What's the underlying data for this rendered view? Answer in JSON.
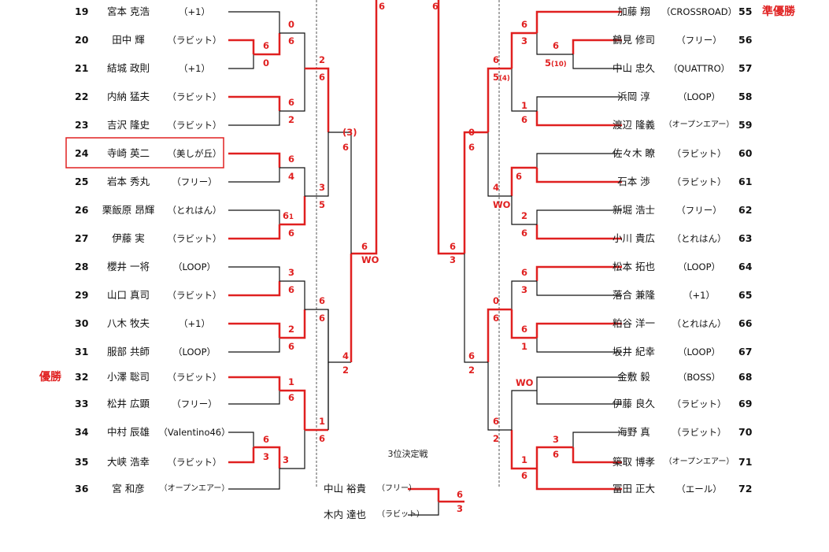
{
  "left_players": [
    {
      "no": "19",
      "name": "宮本 克浩",
      "club": "（+1）"
    },
    {
      "no": "20",
      "name": "田中 輝",
      "club": "（ラビット）"
    },
    {
      "no": "21",
      "name": "結城 政則",
      "club": "（+1）"
    },
    {
      "no": "22",
      "name": "内納 猛夫",
      "club": "（ラビット）"
    },
    {
      "no": "23",
      "name": "吉沢 隆史",
      "club": "（ラビット）"
    },
    {
      "no": "24",
      "name": "寺崎 英二",
      "club": "（美しが丘）"
    },
    {
      "no": "25",
      "name": "岩本 秀丸",
      "club": "（フリー）"
    },
    {
      "no": "26",
      "name": "栗飯原 昂輝",
      "club": "（とれはん）"
    },
    {
      "no": "27",
      "name": "伊藤 実",
      "club": "（ラビット）"
    },
    {
      "no": "28",
      "name": "櫻井 一将",
      "club": "（LOOP）"
    },
    {
      "no": "29",
      "name": "山口 真司",
      "club": "（ラビット）"
    },
    {
      "no": "30",
      "name": "八木 牧夫",
      "club": "（+1）"
    },
    {
      "no": "31",
      "name": "服部 共師",
      "club": "（LOOP）"
    },
    {
      "no": "32",
      "name": "小澤 聡司",
      "club": "（ラビット）"
    },
    {
      "no": "33",
      "name": "松井 広顕",
      "club": "（フリー）"
    },
    {
      "no": "34",
      "name": "中村 辰雄",
      "club": "（Valentino46）"
    },
    {
      "no": "35",
      "name": "大峡 浩幸",
      "club": "（ラビット）"
    },
    {
      "no": "36",
      "name": "宮 和彦",
      "club": "（オープンエアー）"
    }
  ],
  "right_players": [
    {
      "no": "55",
      "name": "加藤 翔",
      "club": "（CROSSROAD）"
    },
    {
      "no": "56",
      "name": "鶴見 修司",
      "club": "（フリー）"
    },
    {
      "no": "57",
      "name": "中山 忠久",
      "club": "（QUATTRO）"
    },
    {
      "no": "58",
      "name": "浜岡 淳",
      "club": "（LOOP）"
    },
    {
      "no": "59",
      "name": "渡辺 隆義",
      "club": "（オープンエアー）"
    },
    {
      "no": "60",
      "name": "佐々木 瞭",
      "club": "（ラビット）"
    },
    {
      "no": "61",
      "name": "石本 渉",
      "club": "（ラビット）"
    },
    {
      "no": "62",
      "name": "新堀 浩士",
      "club": "（フリー）"
    },
    {
      "no": "63",
      "name": "小川 貴広",
      "club": "（とれはん）"
    },
    {
      "no": "64",
      "name": "松本 拓也",
      "club": "（LOOP）"
    },
    {
      "no": "65",
      "name": "落合 兼隆",
      "club": "（+1）"
    },
    {
      "no": "66",
      "name": "粕谷 洋一",
      "club": "（とれはん）"
    },
    {
      "no": "67",
      "name": "坂井 紀幸",
      "club": "（LOOP）"
    },
    {
      "no": "68",
      "name": "金敷 毅",
      "club": "（BOSS）"
    },
    {
      "no": "69",
      "name": "伊藤 良久",
      "club": "（ラビット）"
    },
    {
      "no": "70",
      "name": "海野 真",
      "club": "（ラビット）"
    },
    {
      "no": "71",
      "name": "築取 博孝",
      "club": "（オープンエアー）"
    },
    {
      "no": "72",
      "name": "冨田 正大",
      "club": "（エール）"
    }
  ],
  "labels": {
    "champion": "優勝",
    "runner_up": "準優勝",
    "third_place_title": "3位決定戦"
  },
  "third_place": [
    {
      "name": "中山 裕貴",
      "club": "（フリー）"
    },
    {
      "name": "木内 達也",
      "club": "（ラビット）"
    }
  ],
  "scores": [
    "6",
    "6",
    "0",
    "6",
    "6",
    "0",
    "6",
    "2",
    "6",
    "4",
    "6",
    "1",
    "6",
    "2",
    "6",
    "3",
    "5",
    "(3)",
    "6",
    "3",
    "6",
    "2",
    "6",
    "1",
    "6",
    "6",
    "3",
    "3",
    "6",
    "6",
    "1",
    "6",
    "4",
    "2",
    "6",
    "WO",
    "6",
    "3",
    "6",
    "5",
    "(10)",
    "6",
    "5",
    "(4)",
    "1",
    "6",
    "6",
    "4",
    "WO",
    "2",
    "6",
    "0",
    "6",
    "6",
    "3",
    "6",
    "3",
    "0",
    "6",
    "6",
    "1",
    "6",
    "2",
    "WO",
    "6",
    "2",
    "3",
    "6",
    "1",
    "6",
    "6",
    "3"
  ],
  "colors": {
    "accent": "#e02020",
    "line": "#111111",
    "dashed": "#555555"
  }
}
